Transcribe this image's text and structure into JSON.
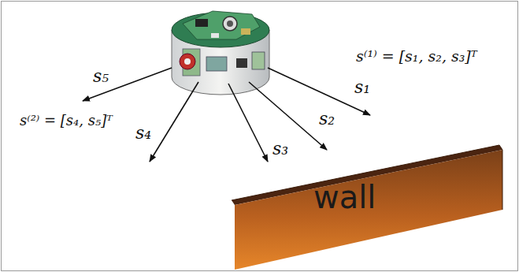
{
  "diagram": {
    "nodes": [
      {
        "text": [
          "wall"
        ]
      }
    ],
    "labels": [
      "s⁽¹⁾ = [s₁, s₂, s₃]ᵀ",
      "s₅",
      "s₁",
      "s⁽²⁾ = [s₄, s₅]ᵀ",
      "s₂",
      "s₄",
      "s₃"
    ]
  }
}
